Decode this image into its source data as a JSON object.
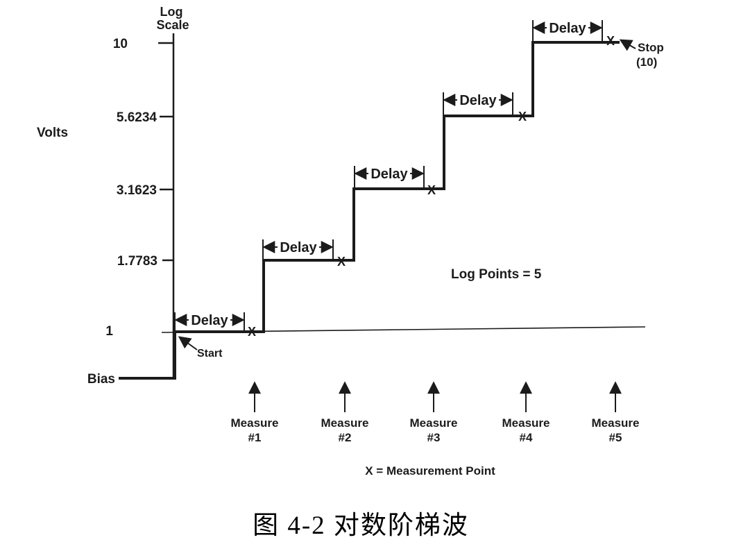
{
  "figure": {
    "y_axis": {
      "scale_label_line1": "Log",
      "scale_label_line2": "Scale",
      "unit": "Volts",
      "tick_labels": [
        "10",
        "5.6234",
        "3.1623",
        "1.7783",
        "1"
      ]
    },
    "annotations": {
      "bias": "Bias",
      "start": "Start",
      "stop": "Stop",
      "stop_value": "(10)",
      "delay": "Delay",
      "log_points": "Log Points = 5",
      "x_marker": "X",
      "legend": "X = Measurement Point"
    },
    "measures": [
      {
        "label": "Measure",
        "number": "#1"
      },
      {
        "label": "Measure",
        "number": "#2"
      },
      {
        "label": "Measure",
        "number": "#3"
      },
      {
        "label": "Measure",
        "number": "#4"
      },
      {
        "label": "Measure",
        "number": "#5"
      }
    ]
  },
  "caption": "图 4-2  对数阶梯波",
  "chart_data": {
    "type": "line",
    "subtype": "log-staircase-sweep",
    "title": "图 4-2 对数阶梯波",
    "ylabel": "Volts",
    "y_scale": "log",
    "step_values_volts": [
      1,
      1.7783,
      3.1623,
      5.6234,
      10
    ],
    "start_value": 1,
    "stop_value": 10,
    "log_points": 5,
    "measurement_points_per_step": 1,
    "delay_per_step": "Delay",
    "pre_sweep_level": "Bias"
  },
  "ink_color": "#1b1b1b"
}
